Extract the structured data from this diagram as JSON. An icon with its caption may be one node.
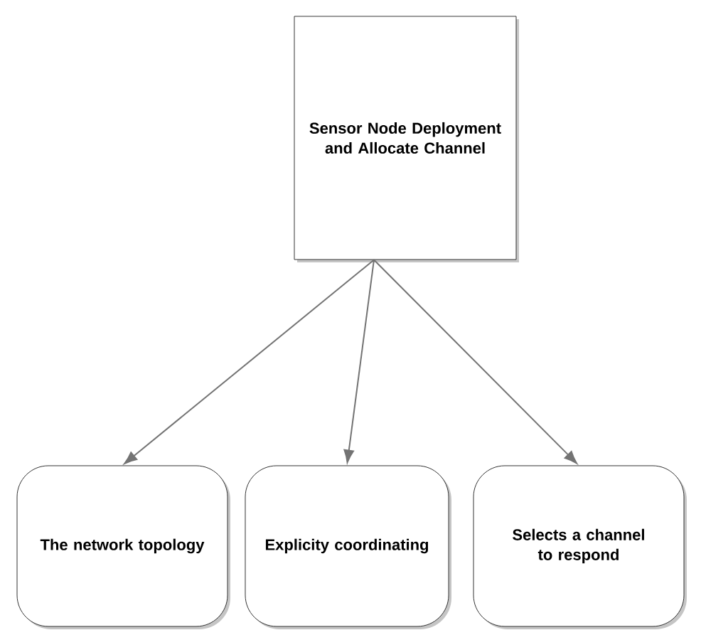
{
  "diagram": {
    "nodes": [
      {
        "text": [
          "Sensor Node Deployment and Allocate Channel"
        ]
      },
      {
        "text": [
          "The network topology"
        ]
      },
      {
        "text": [
          "Explicity coordinating"
        ]
      },
      {
        "text": [
          "Selects a channel to respond"
        ]
      }
    ],
    "edges": [
      {
        "from": 0,
        "to": 1,
        "arrow": "to"
      },
      {
        "from": 0,
        "to": 2,
        "arrow": "to"
      },
      {
        "from": 0,
        "to": 3,
        "arrow": "to"
      }
    ]
  }
}
